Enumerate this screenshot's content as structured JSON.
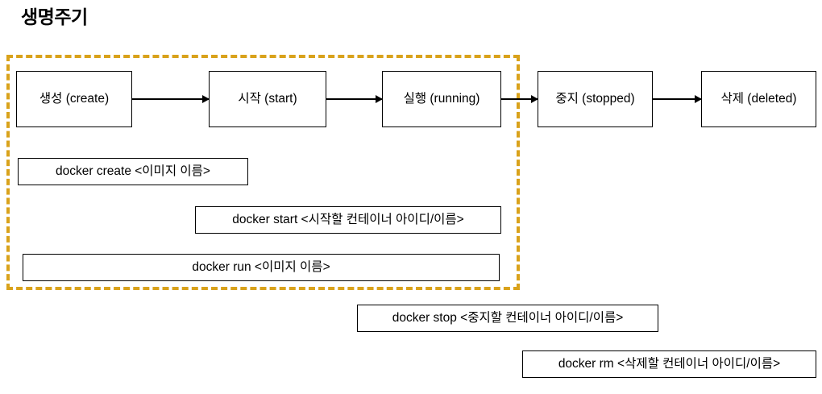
{
  "diagram": {
    "title": "생명주기",
    "accent_color": "#D9A21B",
    "line_color": "#000000",
    "background": "#ffffff",
    "states": [
      {
        "id": "create",
        "label": "생성 (create)"
      },
      {
        "id": "start",
        "label": "시작 (start)"
      },
      {
        "id": "running",
        "label": "실행 (running)"
      },
      {
        "id": "stopped",
        "label": "중지 (stopped)"
      },
      {
        "id": "deleted",
        "label": "삭제 (deleted)"
      }
    ],
    "arrows": [
      {
        "id": "arrow-create-start",
        "from": "create",
        "to": "start"
      },
      {
        "id": "arrow-start-running",
        "from": "start",
        "to": "running"
      },
      {
        "id": "arrow-running-stopped",
        "from": "running",
        "to": "stopped"
      },
      {
        "id": "arrow-stopped-deleted",
        "from": "stopped",
        "to": "deleted"
      }
    ],
    "commands": [
      {
        "id": "create",
        "text": "docker create <이미지 이름>"
      },
      {
        "id": "start",
        "text": "docker start <시작할 컨테이너 아이디/이름>"
      },
      {
        "id": "run",
        "text": "docker run <이미지 이름>"
      },
      {
        "id": "stop",
        "text": "docker stop <중지할 컨테이너 아이디/이름>"
      },
      {
        "id": "rm",
        "text": "docker rm <삭제할 컨테이너 아이디/이름>"
      }
    ],
    "highlight_group": {
      "name": "docker-run-scope",
      "style": "dashed",
      "color": "#D9A21B"
    }
  }
}
